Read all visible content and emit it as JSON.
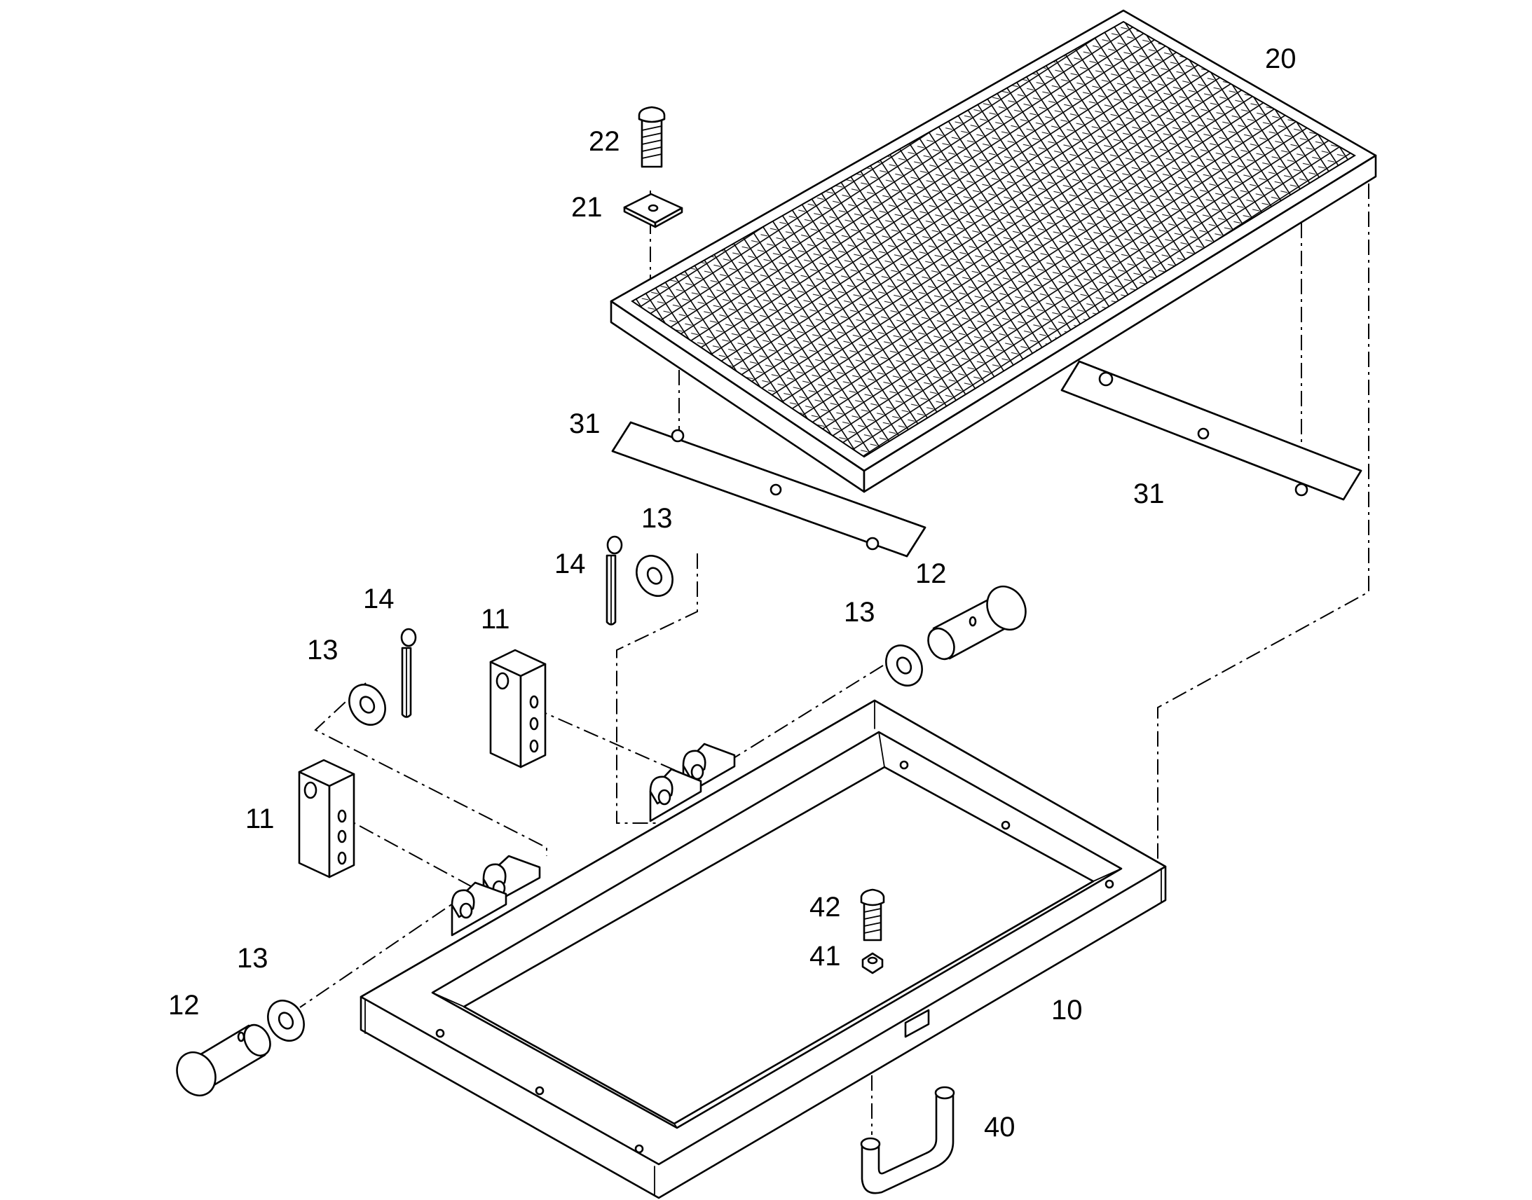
{
  "labels": {
    "frame": "10",
    "clamp_block_upper": "11",
    "clamp_block_lower": "11",
    "pin_right": "12",
    "pin_left": "12",
    "washer_upper_middle": "13",
    "washer_right": "13",
    "washer_upper_left": "13",
    "washer_lower_left": "13",
    "cotter_pin_upper": "14",
    "cotter_pin_left": "14",
    "grating": "20",
    "plate_washer": "21",
    "bolt_upper": "22",
    "warning_strip_left": "31",
    "warning_strip_right": "31",
    "u_handle": "40",
    "nut": "41",
    "bolt_lower": "42"
  },
  "colors": {
    "line": "#000000",
    "background": "#ffffff"
  }
}
